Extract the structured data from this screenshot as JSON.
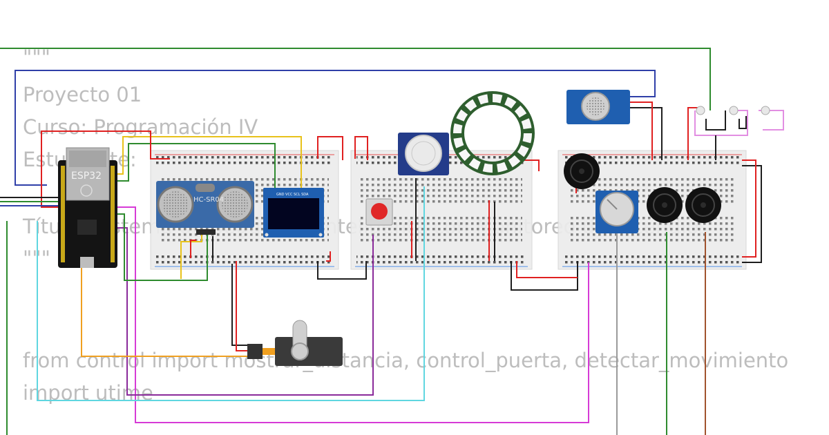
{
  "code": {
    "lines": [
      "\"\"\"",
      "Proyecto 01",
      "Curso: Programación IV",
      "Estudiante: ",
      "Título: Sistema de Seguridad Inteligente con Monitoreo de Incendios",
      "\"\"\"",
      "from control import mostrar_distancia, control_puerta, detectar_movimiento",
      "import utime"
    ]
  },
  "components": {
    "mcu_label": "ESP32",
    "ultrasonic_label": "HC-SR04",
    "oled_pins": "GND VCC SCL SDA"
  },
  "colors": {
    "wire_green": "#2e8b2e",
    "wire_blue": "#2f3fa8",
    "wire_red": "#e02020",
    "wire_yellow": "#e8c21a",
    "wire_black": "#1e1e1e",
    "wire_magenta": "#d63ad6",
    "wire_cyan": "#5fd6e0",
    "wire_purple": "#8a2a9a",
    "wire_orange": "#f0a020",
    "wire_grey": "#9a9a9a",
    "wire_brown": "#a0522d",
    "ring_green": "#2e5e2e",
    "sensor_blue": "#1f5fb0",
    "button_red": "#e02828"
  }
}
